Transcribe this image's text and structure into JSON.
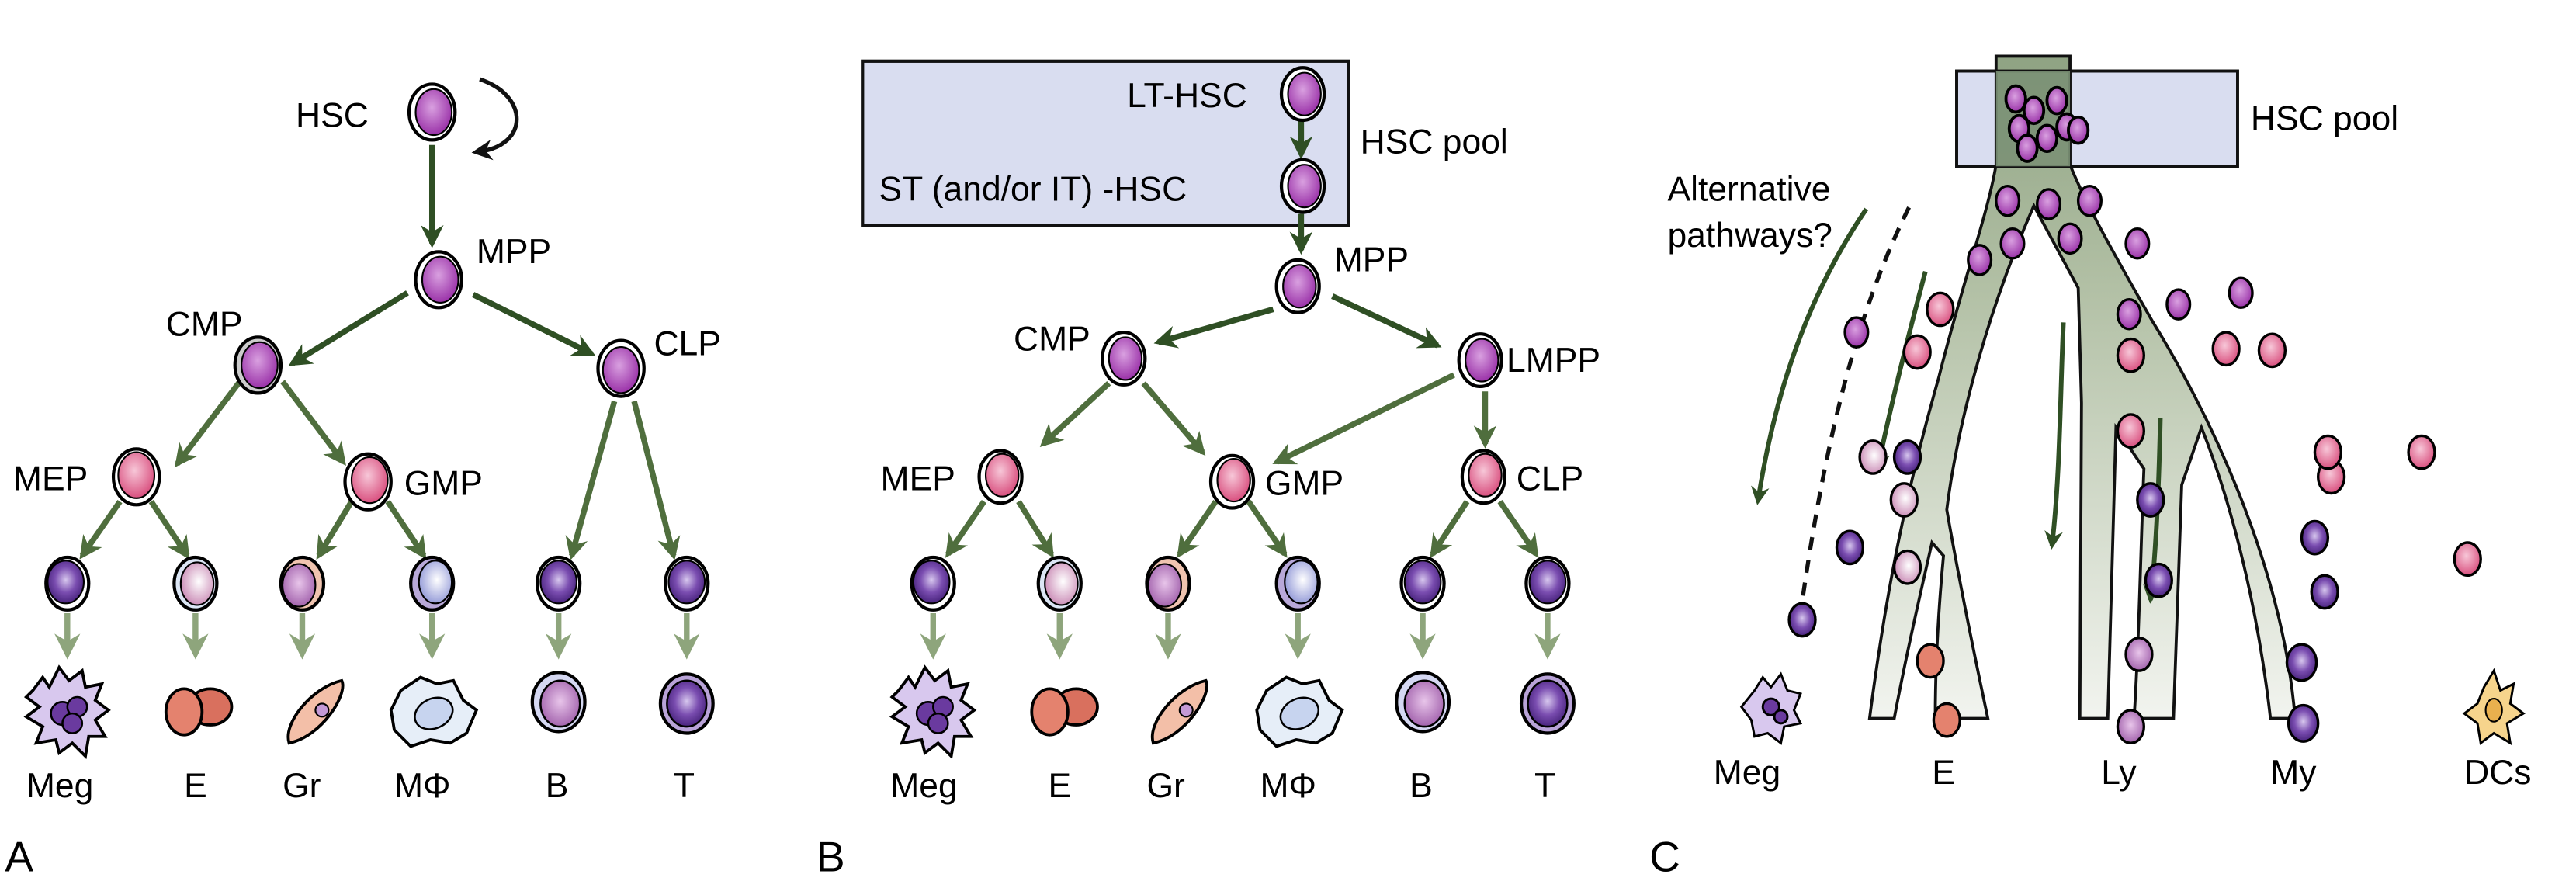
{
  "colors": {
    "arrow_dark": "#2f4f24",
    "arrow_mid": "#4f6e3d",
    "arrow_light": "#8ea57c",
    "pool_box": "#d9ddf0",
    "branch_top": "#8fa383",
    "branch_bottom": "#f1f3ee",
    "stem_cell": "#a23fb0",
    "progenitor_pink": "#e26d98",
    "precursor_purple": "#5b2d8c"
  },
  "panelA": {
    "letter": "A",
    "nodes": {
      "hsc": "HSC",
      "mpp": "MPP",
      "cmp": "CMP",
      "clp": "CLP",
      "mep": "MEP",
      "gmp": "GMP"
    },
    "mature": [
      "Meg",
      "E",
      "Gr",
      "MΦ",
      "B",
      "T"
    ]
  },
  "panelB": {
    "letter": "B",
    "pool_label": "HSC pool",
    "nodes": {
      "lthsc": "LT-HSC",
      "sthsc": "ST (and/or IT) -HSC",
      "mpp": "MPP",
      "cmp": "CMP",
      "lmpp": "LMPP",
      "mep": "MEP",
      "gmp": "GMP",
      "clp": "CLP"
    },
    "mature": [
      "Meg",
      "E",
      "Gr",
      "MΦ",
      "B",
      "T"
    ]
  },
  "panelC": {
    "letter": "C",
    "pool_label": "HSC pool",
    "alt_label_line1": "Alternative",
    "alt_label_line2": "pathways?",
    "mature": [
      "Meg",
      "E",
      "Ly",
      "My",
      "DCs"
    ]
  }
}
